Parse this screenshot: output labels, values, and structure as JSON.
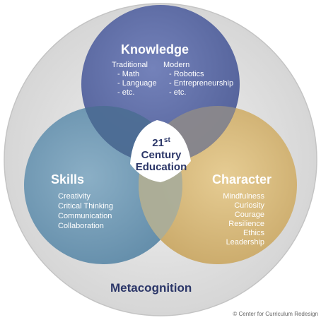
{
  "knowledge": {
    "title": "Knowledge",
    "traditional_heading": "Traditional",
    "traditional_items": [
      "- Math",
      "- Language",
      "- etc."
    ],
    "modern_heading": "Modern",
    "modern_items": [
      "- Robotics",
      "- Entrepreneurship",
      "- etc."
    ]
  },
  "skills": {
    "title": "Skills",
    "items": [
      "Creativity",
      "Critical Thinking",
      "Communication",
      "Collaboration"
    ]
  },
  "character": {
    "title": "Character",
    "items": [
      "Mindfulness",
      "Curiosity",
      "Courage",
      "Resilience",
      "Ethics",
      "Leadership"
    ]
  },
  "center": {
    "number": "21",
    "superscript": "st",
    "line2": "Century",
    "line3": "Education"
  },
  "outer_label": "Metacognition",
  "credit": "© Center for Curriculum Redesign",
  "colors": {
    "outer_circle": "#e6e6e6",
    "knowledge": "#5a6aa6",
    "skills": "#6f9bb7",
    "character": "#d7b878",
    "center_text": "#2b3668"
  }
}
